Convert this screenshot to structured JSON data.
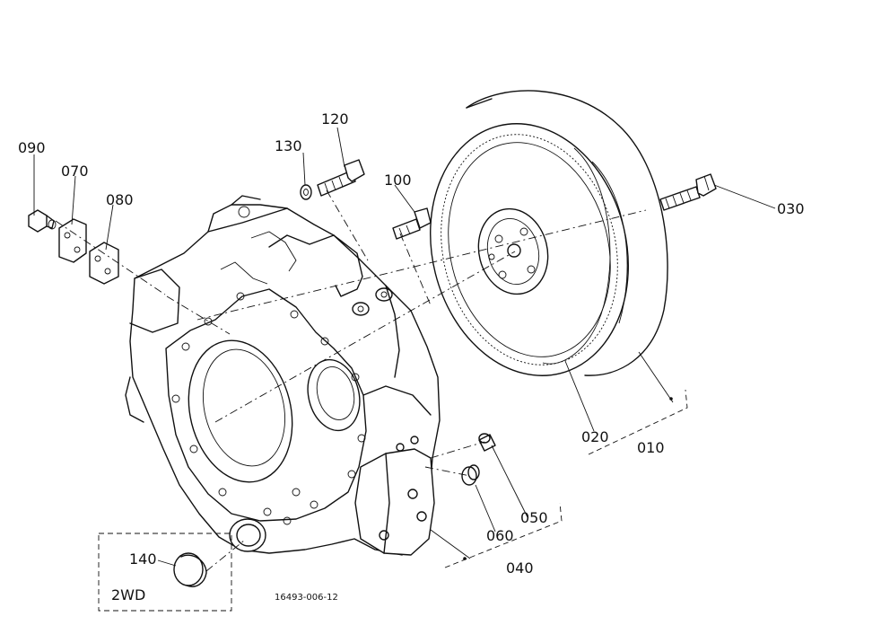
{
  "parts": {
    "p010": "010",
    "p020": "020",
    "p030": "030",
    "p040": "040",
    "p050": "050",
    "p060": "060",
    "p070": "070",
    "p080": "080",
    "p090": "090",
    "p100": "100",
    "p120": "120",
    "p130": "130",
    "p140": "140"
  },
  "variant_label": "2WD",
  "drawing_number": "16493-006-12"
}
